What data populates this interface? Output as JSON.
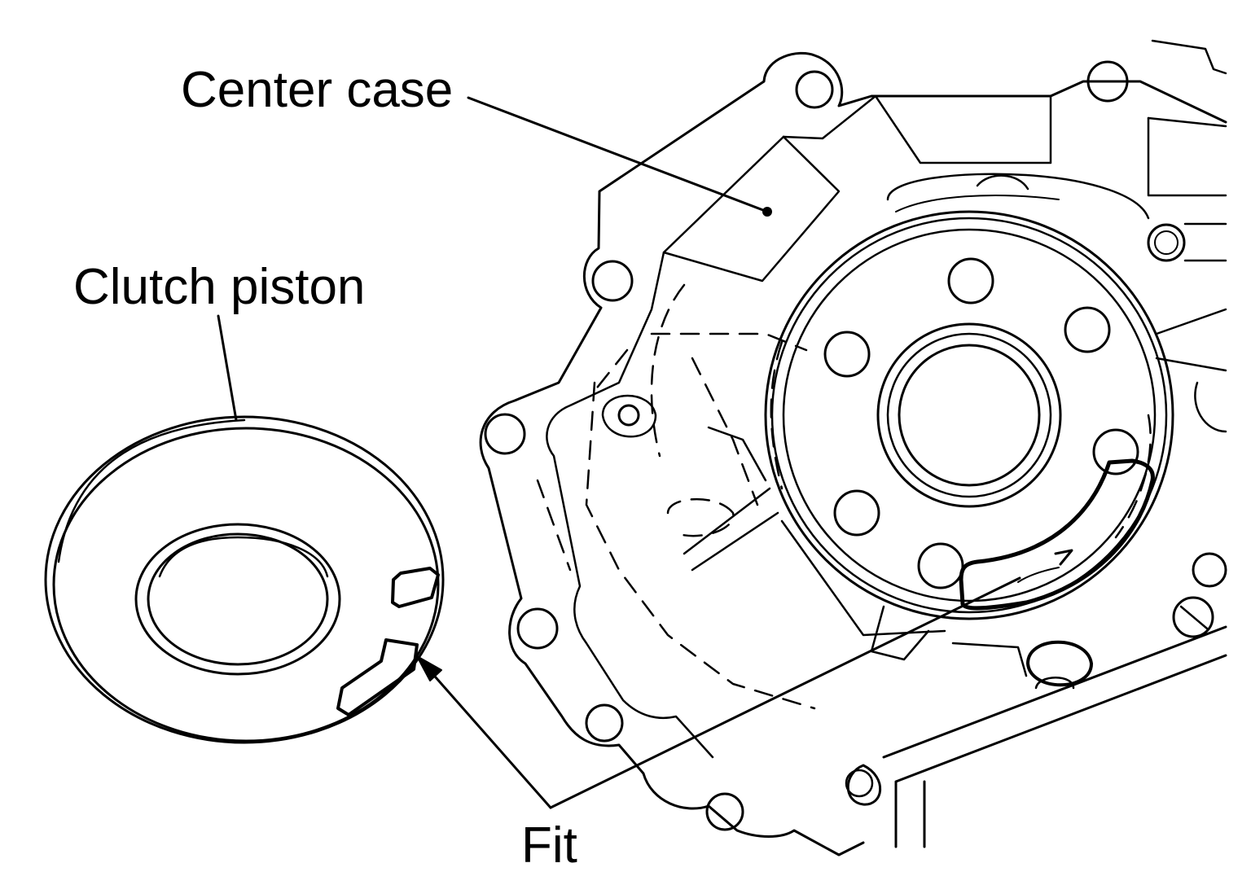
{
  "labels": {
    "center_case": "Center case",
    "clutch_piston": "Clutch piston",
    "fit": "Fit"
  },
  "colors": {
    "ink": "#000000",
    "background": "#ffffff"
  }
}
